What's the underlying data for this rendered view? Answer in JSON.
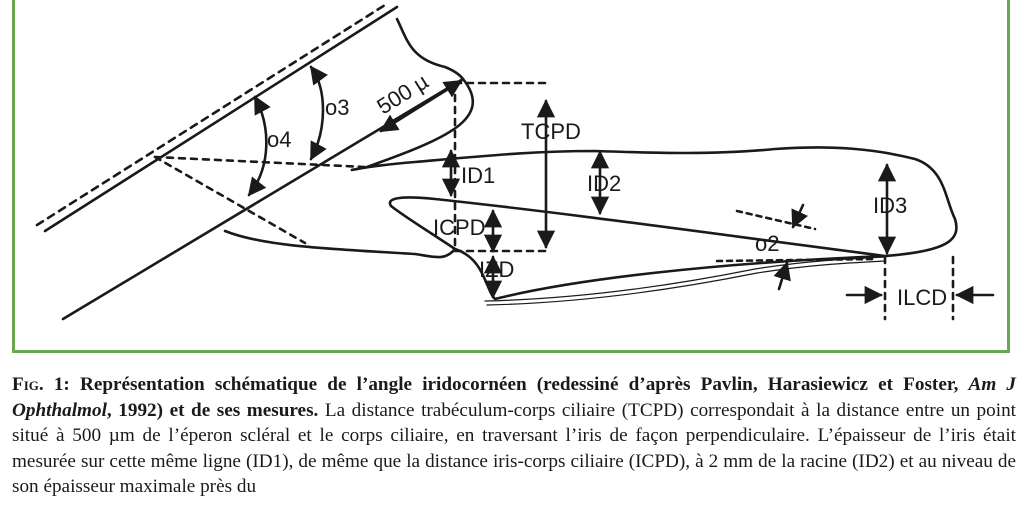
{
  "figure": {
    "labels": {
      "o4": "o4",
      "o3": "o3",
      "distance_500": "500 µ",
      "tcpd": "TCPD",
      "id1": "ID1",
      "id2": "ID2",
      "id3": "ID3",
      "icpd": "ICPD",
      "izd": "IZD",
      "o2": "o2",
      "ilcd": "ILCD"
    },
    "colors": {
      "border": "#6aa84f",
      "ink": "#1a1a1a"
    }
  },
  "caption": {
    "fig_label": "Fig. 1:",
    "title": " Représentation schématique de l’angle iridocornéen (redessiné d’après Pavlin, Harasiewicz et Foster, ",
    "reference": "Am J Ophthalmol",
    "title_end": ", 1992) et de ses mesures.",
    "body": " La distance trabéculum-corps ciliaire (TCPD) correspondait à la distance entre un point situé à 500 µm de l’éperon scléral et le corps ciliaire, en traversant l’iris de façon perpendiculaire. L’épaisseur de l’iris était mesurée sur cette même ligne (ID1), de même que la distance iris-corps ciliaire (ICPD), à 2 mm de la racine (ID2) et au niveau de son épaisseur maximale près du"
  }
}
